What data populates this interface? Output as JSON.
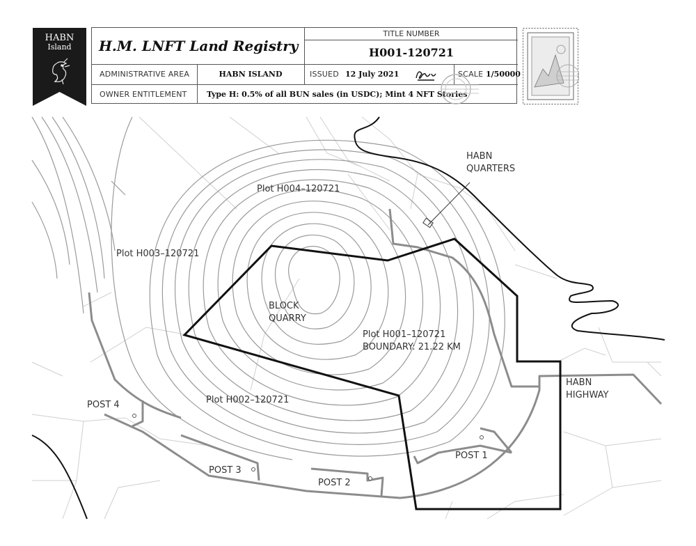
{
  "banner": {
    "top_text": "HABN",
    "sub_text": "Island",
    "emblem": "dragon-icon"
  },
  "header": {
    "registry_title": "H.M. LNFT Land Registry",
    "title_number_label": "TITLE NUMBER",
    "title_number": "H001-120721",
    "admin_area_label": "ADMINISTRATIVE AREA",
    "admin_area_value": "HABN ISLAND",
    "issued_label": "ISSUED",
    "issued_value": "12 July 2021",
    "scale_label": "SCALE",
    "scale_value": "1/50000",
    "owner_label": "OWNER ENTITLEMENT",
    "owner_value": "Type H: 0.5% of all BUN sales (in USDC); Mint 4 NFT Stories"
  },
  "map": {
    "labels": {
      "plot_h004": "Plot H004–120721",
      "plot_h003": "Plot H003–120721",
      "plot_h002": "Plot H002–120721",
      "plot_h001": "Plot H001–120721",
      "boundary": "BOUNDARY: 21.22 KM",
      "block_line1": "BLOCK",
      "block_line2": "QUARRY",
      "quarters_line1": "HABN",
      "quarters_line2": "QUARTERS",
      "highway_line1": "HABN",
      "highway_line2": "HIGHWAY",
      "post1": "POST 1",
      "post2": "POST 2",
      "post3": "POST 3",
      "post4": "POST 4"
    }
  },
  "colors": {
    "boundary": "#111111",
    "contour": "#9a9a9a",
    "road": "#8c8c8c",
    "cell_line": "#cfcfcf"
  }
}
